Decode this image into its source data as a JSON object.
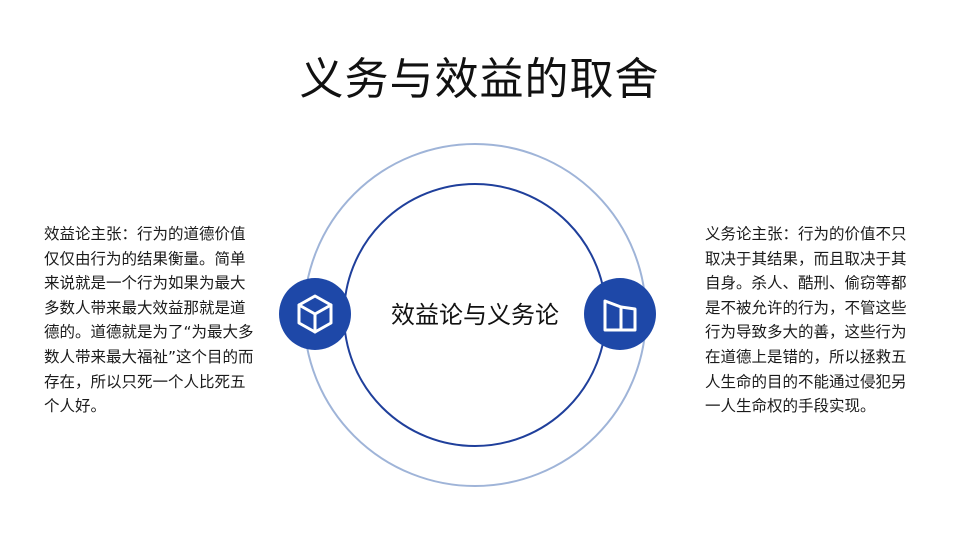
{
  "title": "义务与效益的取舍",
  "center": {
    "label": "效益论与义务论"
  },
  "left_panel": {
    "text": "效益论主张：行为的道德价值仅仅由行为的结果衡量。简单来说就是一个行为如果为最大多数人带来最大效益那就是道德的。道德就是为了“为最大多数人带来最大福祉”这个目的而存在，所以只死一个人比死五个人好。",
    "icon": "cube-icon"
  },
  "right_panel": {
    "text": "义务论主张：行为的价值不只取决于其结果，而且取决于其自身。杀人、酷刑、偷窃等都是不被允许的行为，不管这些行为导致多大的善，这些行为在道德上是错的，所以拯救五人生命的目的不能通过侵犯另一人生命权的手段实现。",
    "icon": "building-icon"
  },
  "colors": {
    "accent": "#1e48a8",
    "inner_ring": "#1f3f9b",
    "outer_ring": "#9fb4d8",
    "text": "#1a1a1a"
  }
}
